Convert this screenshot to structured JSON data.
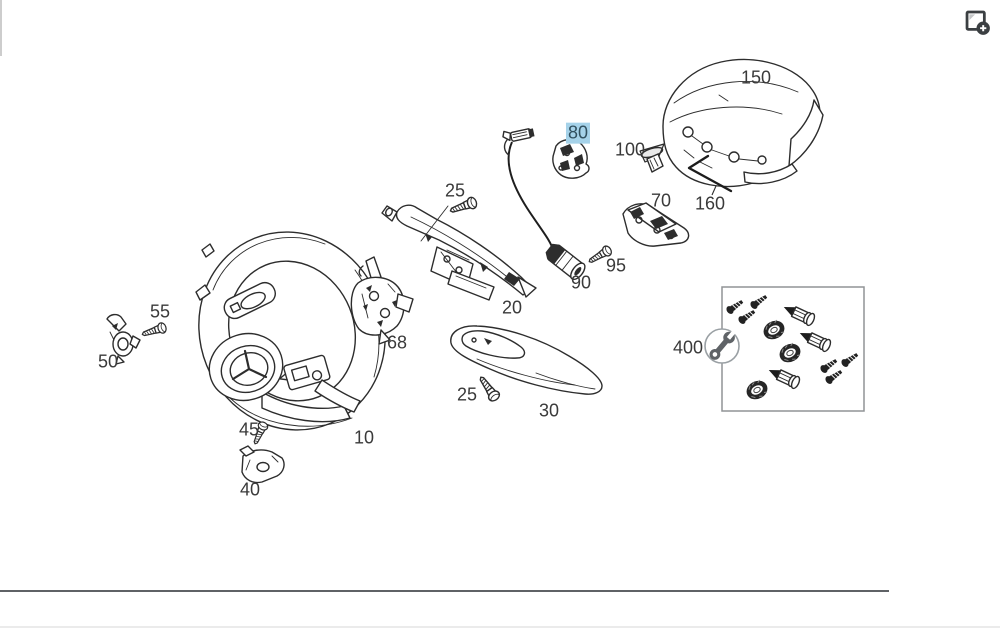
{
  "diagram": {
    "highlighted_label": "80",
    "labels": [
      {
        "text": "150",
        "highlighted": false
      },
      {
        "text": "80",
        "highlighted": true
      },
      {
        "text": "100",
        "highlighted": false
      },
      {
        "text": "70",
        "highlighted": false
      },
      {
        "text": "160",
        "highlighted": false
      },
      {
        "text": "25",
        "highlighted": false
      },
      {
        "text": "95",
        "highlighted": false
      },
      {
        "text": "90",
        "highlighted": false
      },
      {
        "text": "20",
        "highlighted": false
      },
      {
        "text": "68",
        "highlighted": false
      },
      {
        "text": "55",
        "highlighted": false
      },
      {
        "text": "50",
        "highlighted": false
      },
      {
        "text": "10",
        "highlighted": false
      },
      {
        "text": "45",
        "highlighted": false
      },
      {
        "text": "40",
        "highlighted": false
      },
      {
        "text": "25",
        "highlighted": false
      },
      {
        "text": "30",
        "highlighted": false
      },
      {
        "text": "400",
        "highlighted": false
      }
    ],
    "icons": {
      "kit_circle": "wrench-icon",
      "corner_button": "enlarge-image-icon"
    }
  },
  "colors": {
    "highlight_background": "#a5d2e9",
    "highlight_text": "#31505f",
    "artwork_line": "#2d2d2d",
    "label_text": "#3a3a3a",
    "kit_box_border": "#909396",
    "bottom_separator": "#5f6266",
    "icon_color": "#3b3f42"
  }
}
